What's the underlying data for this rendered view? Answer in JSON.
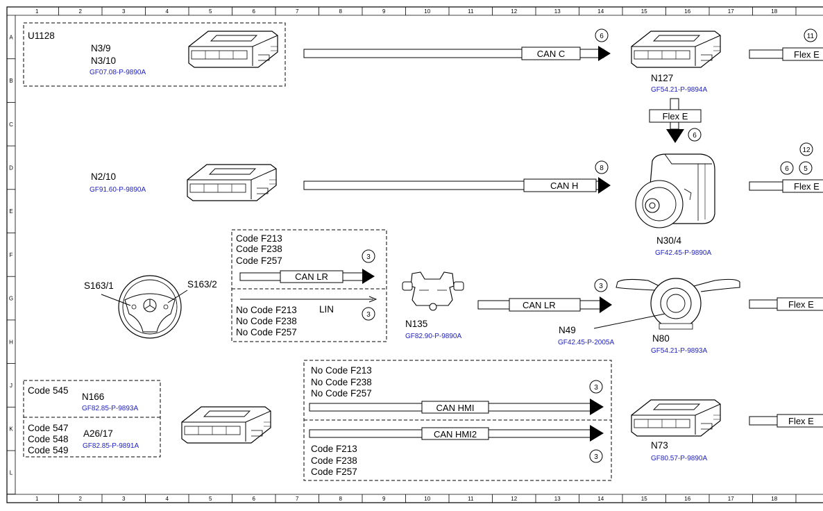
{
  "grid": {
    "columns": [
      "1",
      "2",
      "3",
      "4",
      "5",
      "6",
      "7",
      "8",
      "9",
      "10",
      "11",
      "12",
      "13",
      "14",
      "15",
      "16",
      "17",
      "18"
    ],
    "rows": [
      "A",
      "B",
      "C",
      "D",
      "E",
      "F",
      "G",
      "H",
      "J",
      "K",
      "L"
    ]
  },
  "components": {
    "u1128_group": "U1128",
    "n3_9": "N3/9",
    "n3_10": "N3/10",
    "n3_ref": "GF07.08-P-9890A",
    "n2_10": "N2/10",
    "n2_10_ref": "GF91.60-P-9890A",
    "n127": "N127",
    "n127_ref": "GF54.21-P-9894A",
    "n30_4": "N30/4",
    "n30_4_ref": "GF42.45-P-9890A",
    "s163_1": "S163/1",
    "s163_2": "S163/2",
    "n135": "N135",
    "n135_ref": "GF82.90-P-9890A",
    "n49": "N49",
    "n49_ref": "GF42.45-P-2005A",
    "n80": "N80",
    "n80_ref": "GF54.21-P-9893A",
    "code545": "Code 545",
    "n166": "N166",
    "n166_ref": "GF82.85-P-9893A",
    "code547": "Code 547",
    "code548": "Code 548",
    "code549": "Code 549",
    "a26_17": "A26/17",
    "a26_17_ref": "GF82.85-P-9891A",
    "n73": "N73",
    "n73_ref": "GF80.57-P-9890A"
  },
  "codes": {
    "f_box_1": "Code F213",
    "f_box_2": "Code F238",
    "f_box_3": "Code F257",
    "nf_box_1": "No Code F213",
    "nf_box_2": "No Code F238",
    "nf_box_3": "No Code F257",
    "nh_1": "No Code F213",
    "nh_2": "No Code F238",
    "nh_3": "No Code F257",
    "h_1": "Code F213",
    "h_2": "Code F238",
    "h_3": "Code F257"
  },
  "buses": {
    "can_c": "CAN C",
    "can_h": "CAN H",
    "can_lr_upper": "CAN LR",
    "lin": "LIN",
    "can_lr_lower": "CAN LR",
    "can_hmi": "CAN HMI",
    "can_hmi2": "CAN HMI2",
    "flex_e_vertical": "Flex E",
    "flex_right_a": "Flex E",
    "flex_right_d": "Flex E",
    "flex_right_g": "Flex E",
    "flex_right_k": "Flex E"
  },
  "circles": {
    "c_can_c": "6",
    "c_right_a": "11",
    "c_flex_vertical": "6",
    "c_can_h": "8",
    "c_right_12": "12",
    "c_right_6": "6",
    "c_right_5": "5",
    "c_can_lr_upper": "3",
    "c_lin": "3",
    "c_can_lr_lower": "3",
    "c_can_hmi": "3",
    "c_can_hmi2": "3"
  }
}
